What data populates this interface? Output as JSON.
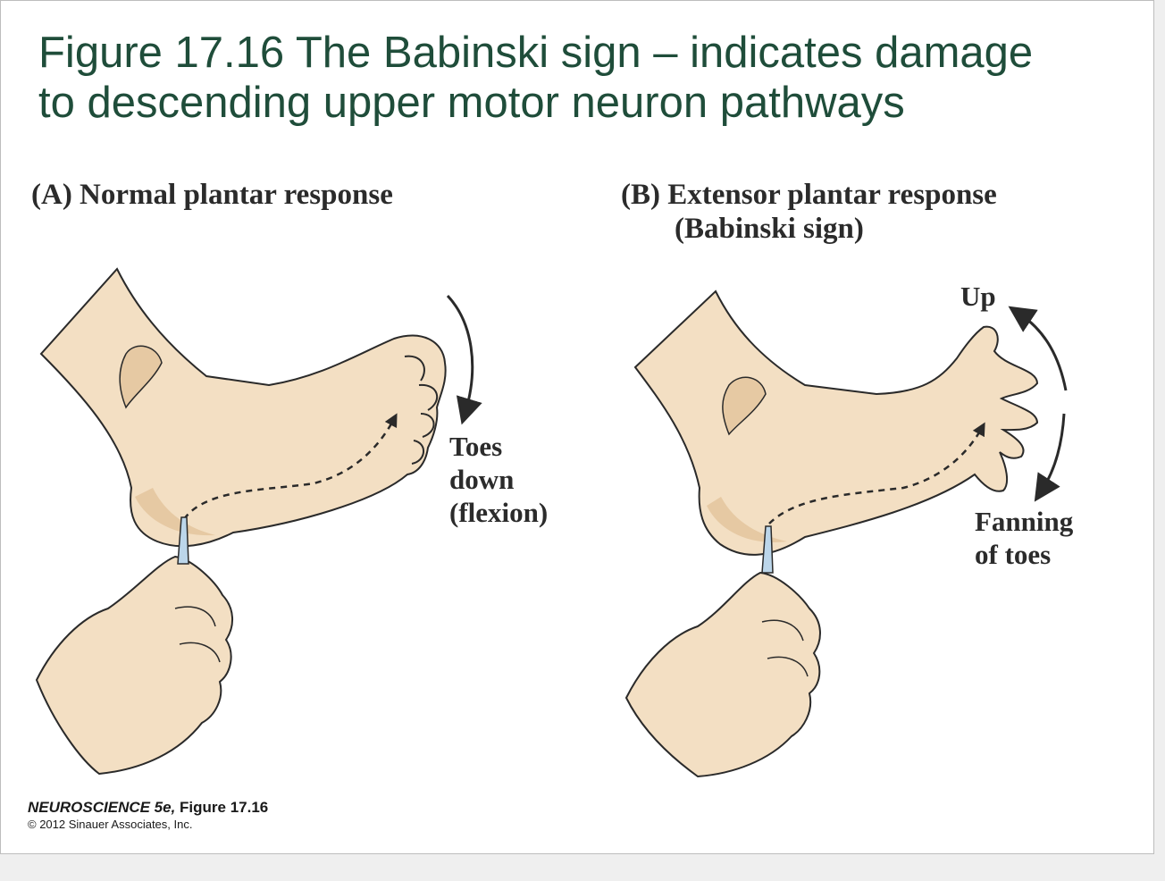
{
  "title": {
    "line1": "Figure 17.16  The Babinski sign – indicates damage",
    "line2": "to descending upper motor neuron pathways"
  },
  "panel_a": {
    "label": "(A) Normal plantar response",
    "toes_line1": "Toes",
    "toes_line2": "down",
    "toes_line3": "(flexion)"
  },
  "panel_b": {
    "label_line1": "(B) Extensor plantar response",
    "label_line2": "(Babinski sign)",
    "up_label": "Up",
    "fan_line1": "Fanning",
    "fan_line2": "of toes"
  },
  "credit": {
    "book": "NEUROSCIENCE 5e,",
    "figure": " Figure 17.16",
    "copyright": "© 2012 Sinauer Associates, Inc."
  },
  "colors": {
    "title": "#1f4d3a",
    "skin": "#f3dfc3",
    "skin_shade": "#e6c9a3",
    "outline": "#2a2a2a",
    "probe": "#bcd6ea"
  }
}
